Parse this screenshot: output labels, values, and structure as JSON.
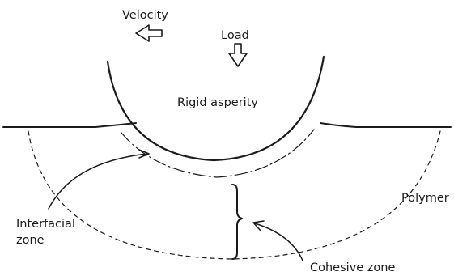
{
  "labels": {
    "velocity": "Velocity",
    "load": "Load",
    "rigid_asperity": "Rigid asperity",
    "polymer": "Polymer",
    "interfacial_zone_line1": "Interfacial",
    "interfacial_zone_line2": "zone",
    "cohesive_zone": "Cohesive zone"
  },
  "colors": {
    "ink": "#1a1a1a",
    "background": "#ffffff"
  }
}
